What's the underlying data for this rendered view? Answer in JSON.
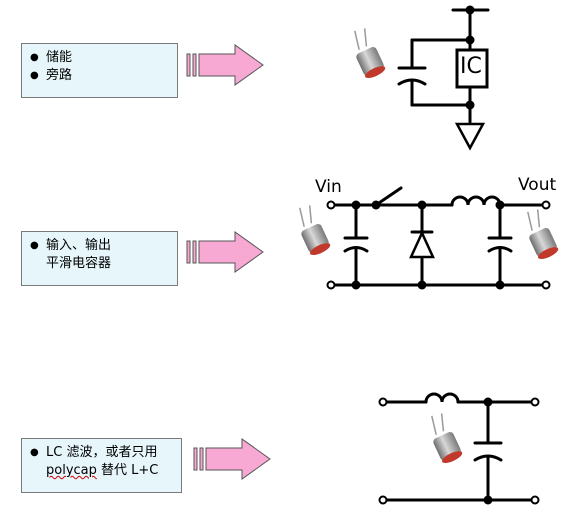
{
  "panels": [
    {
      "lines": [
        "储能",
        "旁路"
      ]
    },
    {
      "lines": [
        "输入、输出",
        "平滑电容器"
      ]
    },
    {
      "lines": [
        "LC 滤波，或者只用",
        "polycap 替代 L+C"
      ],
      "underlined": "polycap"
    }
  ],
  "circuit1": {
    "chip_label": "IC"
  },
  "circuit2": {
    "input_label": "Vin",
    "output_label": "Vout"
  },
  "colors": {
    "panel_bg": "#e6f6fb",
    "arrow_fill": "#f7a9d3",
    "wire": "#000000",
    "capacitor_can": "#8c8c8c",
    "capacitor_base": "#c0392b"
  }
}
